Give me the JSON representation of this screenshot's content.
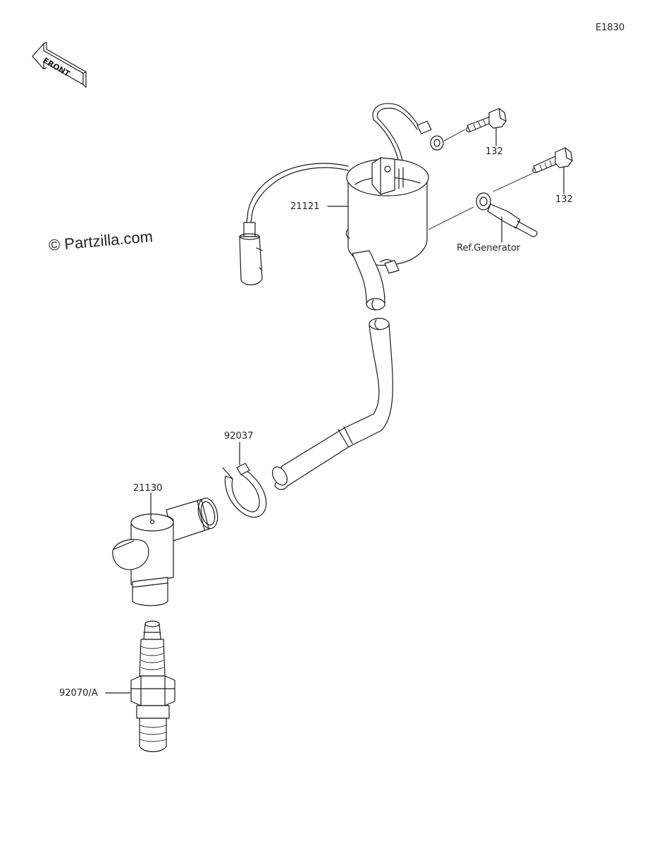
{
  "diagram_code": "E1830",
  "front_label": "FRONT",
  "watermark": "© Partzilla.com",
  "parts": {
    "bolt_upper": "132",
    "bolt_lower": "132",
    "coil": "21121",
    "reference": "Ref.Generator",
    "clamp": "92037",
    "plug_cap": "21130",
    "spark_plug": "92070/A"
  }
}
